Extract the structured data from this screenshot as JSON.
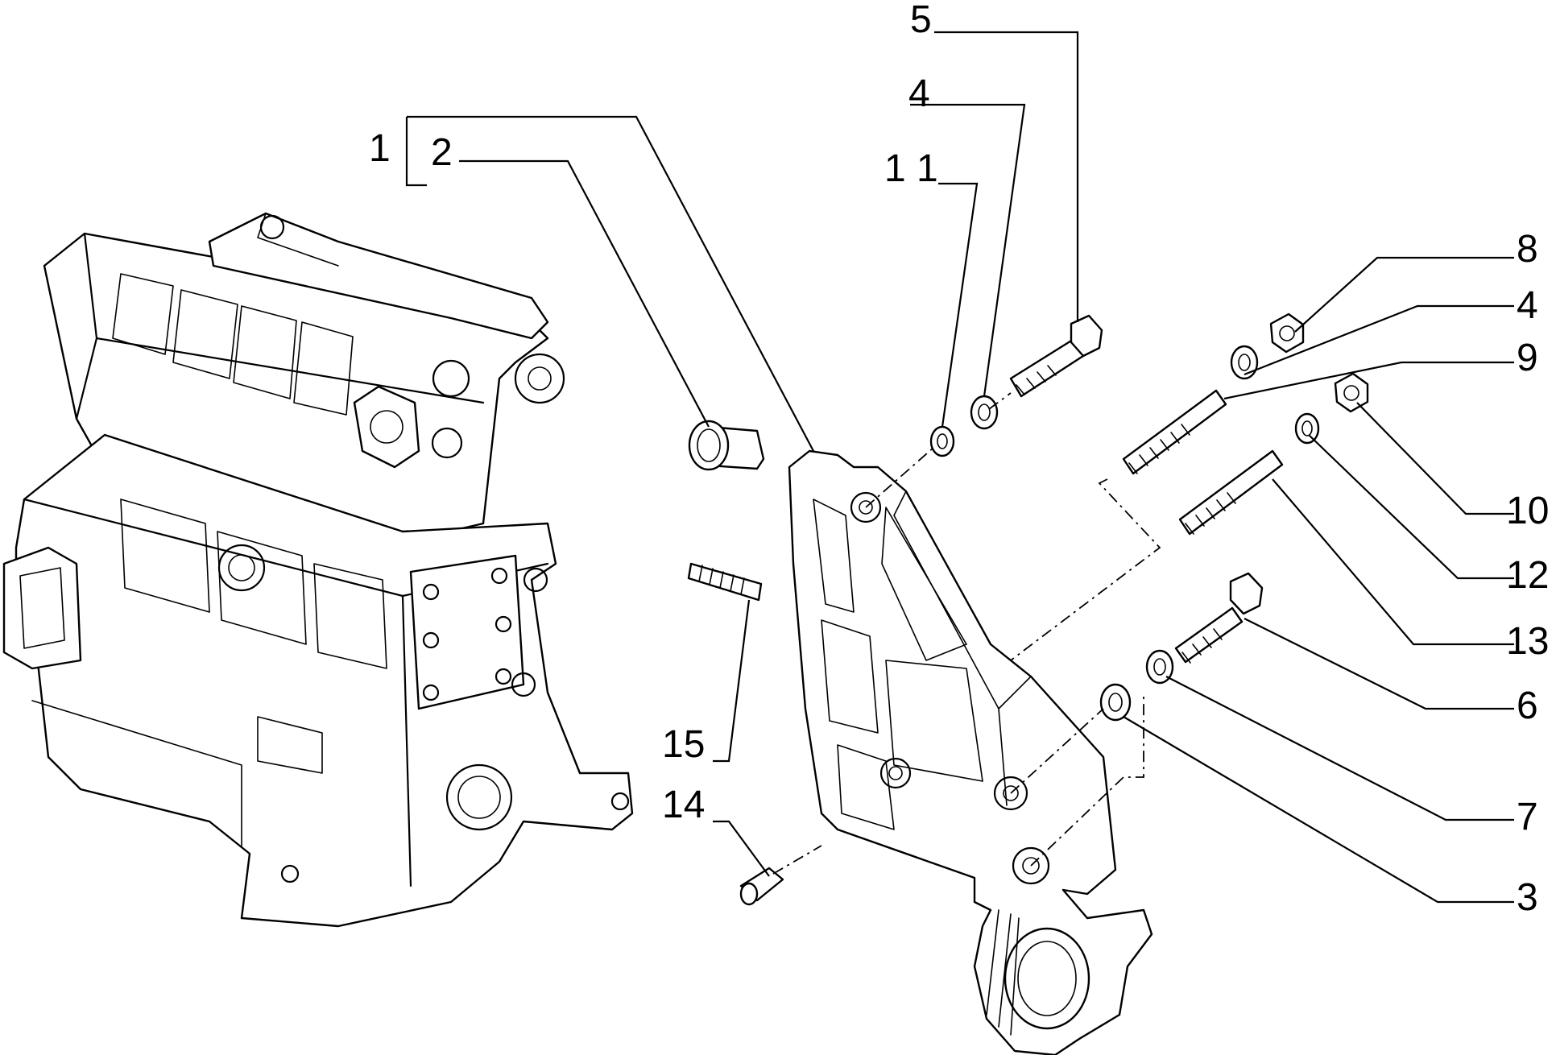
{
  "callouts": {
    "c1": "1",
    "c2": "2",
    "c3": "3",
    "c4a": "4",
    "c4b": "4",
    "c5": "5",
    "c6": "6",
    "c7": "7",
    "c8": "8",
    "c9": "9",
    "c10": "10",
    "c11": "1 1",
    "c12": "12",
    "c13": "13",
    "c14": "14",
    "c15": "15"
  }
}
